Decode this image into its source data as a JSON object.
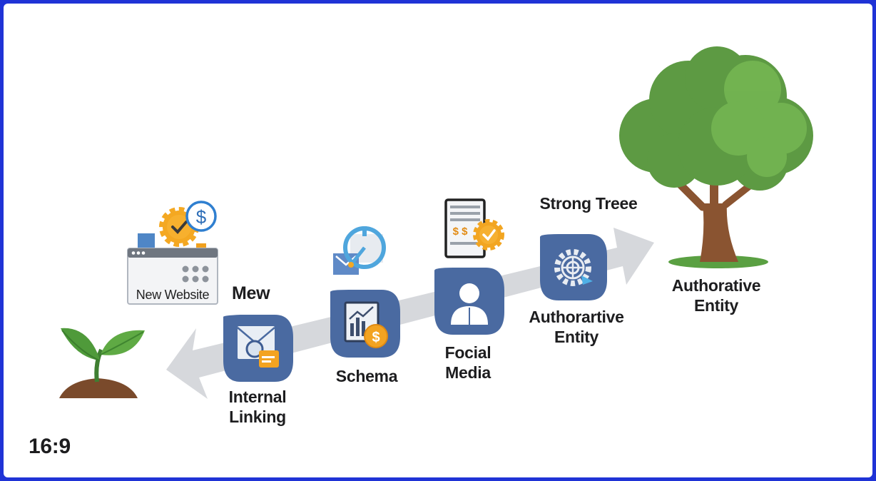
{
  "labels": {
    "new_website": "New Website",
    "mew": "Mew",
    "internal_linking": [
      "Internal",
      "Linking"
    ],
    "schema": "Schema",
    "focial_media": [
      "Focial",
      "Media"
    ],
    "authorartive_entity": [
      "Authorartive",
      "Entity"
    ],
    "strong_treee": "Strong Treee",
    "authorative_entity": [
      "Authorative",
      "Entity"
    ],
    "aspect_ratio": "16:9"
  },
  "icons": {
    "sapling": "sapling-icon",
    "website": "browser-window-icon",
    "dollar_badge": "dollar-badge-icon",
    "gear": "gear-icon",
    "internal_linking": "envelope-search-icon",
    "schema": "chart-dollar-icon",
    "clock": "clock-target-icon",
    "social": "person-icon",
    "document": "document-check-icon",
    "authority": "gear-arrow-icon",
    "tree": "tree-icon"
  },
  "colors": {
    "frame": "#1f33d6",
    "arrow": "#d5d7db",
    "badge": "#48689f",
    "green": "#5a9e3e",
    "orange": "#f3a321",
    "trunk": "#8a5431"
  }
}
